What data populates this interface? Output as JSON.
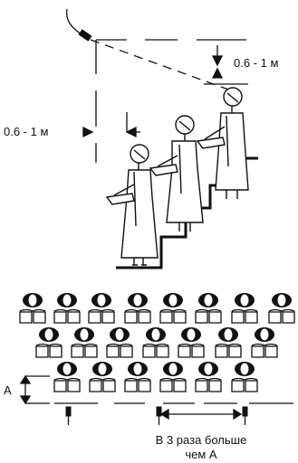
{
  "labels": {
    "top_distance": "0.6 - 1 м",
    "left_distance": "0.6 - 1 м",
    "spacing_a": "A",
    "note_line1": "В 3 раза больше",
    "note_line2": "чем A"
  },
  "icons": {
    "microphone": "microphone-icon",
    "singer": "singer-figure",
    "choir_head": "choir-head-icon",
    "music_stand": "music-book-icon",
    "floor_mic": "floor-microphone-icon"
  },
  "colors": {
    "ink": "#111111",
    "background": "#ffffff"
  }
}
